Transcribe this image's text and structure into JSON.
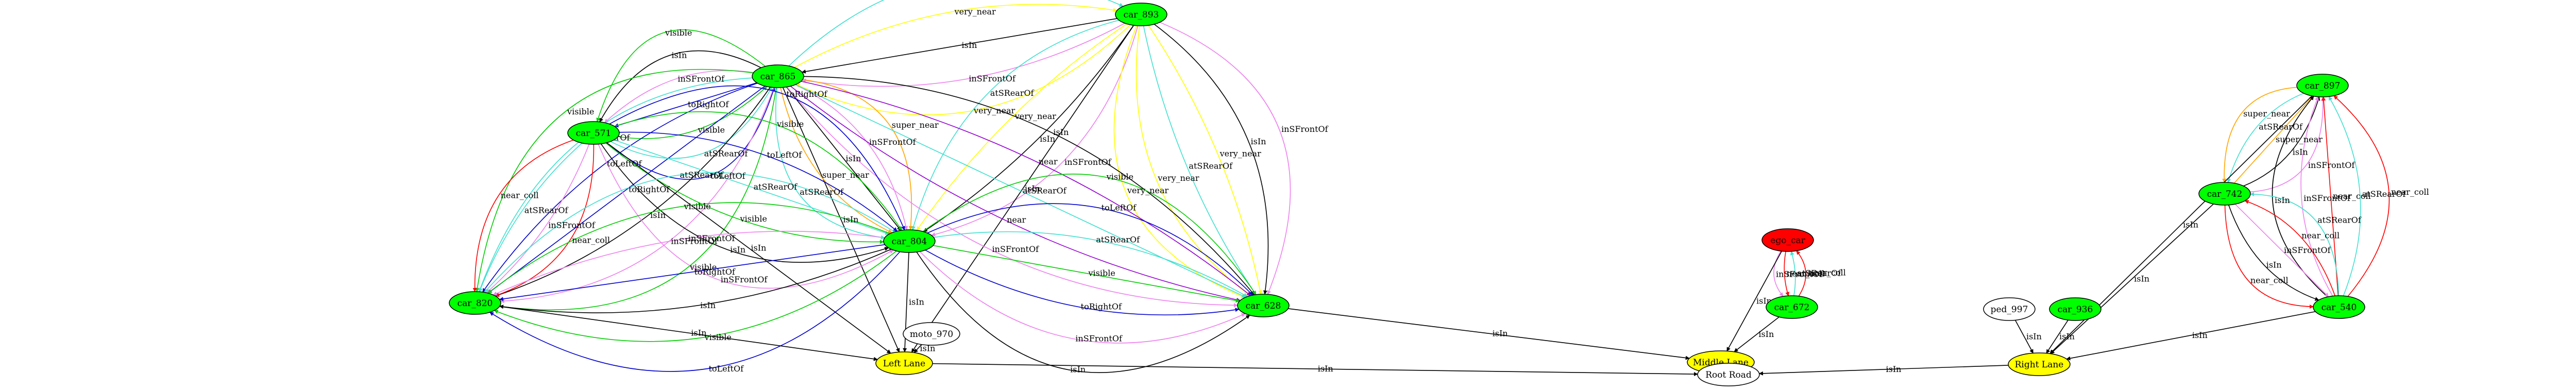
{
  "nodes": [
    {
      "id": "car_893",
      "label": "car_893",
      "fill": "#00ff00"
    },
    {
      "id": "car_865",
      "label": "car_865",
      "fill": "#00ff00"
    },
    {
      "id": "car_571",
      "label": "car_571",
      "fill": "#00ff00"
    },
    {
      "id": "car_804",
      "label": "car_804",
      "fill": "#00ff00"
    },
    {
      "id": "car_820",
      "label": "car_820",
      "fill": "#00ff00"
    },
    {
      "id": "car_628",
      "label": "car_628",
      "fill": "#00ff00"
    },
    {
      "id": "moto_970",
      "label": "moto_970",
      "fill": "#ffffff"
    },
    {
      "id": "left_lane",
      "label": "Left Lane",
      "fill": "#ffff00"
    },
    {
      "id": "ego_car",
      "label": "ego_car",
      "fill": "#ff0000"
    },
    {
      "id": "car_672",
      "label": "car_672",
      "fill": "#00ff00"
    },
    {
      "id": "middle_lane",
      "label": "Middle Lane",
      "fill": "#ffff00"
    },
    {
      "id": "root_road",
      "label": "Root Road",
      "fill": "#ffffff"
    },
    {
      "id": "car_897",
      "label": "car_897",
      "fill": "#00ff00"
    },
    {
      "id": "car_742",
      "label": "car_742",
      "fill": "#00ff00"
    },
    {
      "id": "ped_997",
      "label": "ped_997",
      "fill": "#ffffff"
    },
    {
      "id": "car_936",
      "label": "car_936",
      "fill": "#00ff00"
    },
    {
      "id": "car_540",
      "label": "car_540",
      "fill": "#00ff00"
    },
    {
      "id": "right_lane",
      "label": "Right Lane",
      "fill": "#ffff00"
    }
  ],
  "edges": [
    {
      "from": "car_865",
      "to": "car_893",
      "label": "atSRearOf",
      "color": "#40e0d0"
    },
    {
      "from": "car_865",
      "to": "car_893",
      "label": "very_near",
      "color": "#ffff00"
    },
    {
      "from": "car_893",
      "to": "car_865",
      "label": "isIn",
      "color": "#000000"
    },
    {
      "from": "car_893",
      "to": "car_865",
      "label": "inSFrontOf",
      "color": "#ee82ee"
    },
    {
      "from": "car_893",
      "to": "car_865",
      "label": "very_near",
      "color": "#ffff00"
    },
    {
      "from": "car_893",
      "to": "car_804",
      "label": "atSRearOf",
      "color": "#40e0d0"
    },
    {
      "from": "car_893",
      "to": "car_804",
      "label": "very_near",
      "color": "#ffff00"
    },
    {
      "from": "car_893",
      "to": "car_804",
      "label": "isIn",
      "color": "#000000"
    },
    {
      "from": "car_893",
      "to": "car_804",
      "label": "inSFrontOf",
      "color": "#ee82ee"
    },
    {
      "from": "car_893",
      "to": "car_628",
      "label": "very_near",
      "color": "#ffff00"
    },
    {
      "from": "car_893",
      "to": "car_628",
      "label": "very_near",
      "color": "#ffff00"
    },
    {
      "from": "car_893",
      "to": "car_628",
      "label": "atSRearOf",
      "color": "#40e0d0"
    },
    {
      "from": "car_893",
      "to": "car_628",
      "label": "very_near",
      "color": "#ffff00"
    },
    {
      "from": "car_893",
      "to": "car_628",
      "label": "isIn",
      "color": "#000000"
    },
    {
      "from": "car_893",
      "to": "car_628",
      "label": "inSFrontOf",
      "color": "#ee82ee"
    },
    {
      "from": "car_893",
      "to": "left_lane",
      "label": "isIn",
      "color": "#000000"
    },
    {
      "from": "car_865",
      "to": "car_571",
      "label": "visible",
      "color": "#00cc00"
    },
    {
      "from": "car_865",
      "to": "car_571",
      "label": "isIn",
      "color": "#000000"
    },
    {
      "from": "car_865",
      "to": "car_571",
      "label": "inSFrontOf",
      "color": "#ee82ee"
    },
    {
      "from": "car_865",
      "to": "car_571",
      "label": "toRightOf",
      "color": "#0000cd"
    },
    {
      "from": "car_571",
      "to": "car_865",
      "label": "visible",
      "color": "#00cc00"
    },
    {
      "from": "car_571",
      "to": "car_865",
      "label": "atSRearOf",
      "color": "#40e0d0"
    },
    {
      "from": "car_571",
      "to": "car_865",
      "label": "toLeftOf",
      "color": "#0000cd"
    },
    {
      "from": "car_865",
      "to": "car_820",
      "label": "visible",
      "color": "#00cc00"
    },
    {
      "from": "car_865",
      "to": "car_820",
      "label": "atSRearOf",
      "color": "#40e0d0"
    },
    {
      "from": "car_865",
      "to": "car_820",
      "label": "toLeftOf",
      "color": "#0000cd"
    },
    {
      "from": "car_865",
      "to": "car_820",
      "label": "toRightOf",
      "color": "#0000cd"
    },
    {
      "from": "car_865",
      "to": "car_820",
      "label": "isIn",
      "color": "#000000"
    },
    {
      "from": "car_865",
      "to": "car_820",
      "label": "inSFrontOf",
      "color": "#ee82ee"
    },
    {
      "from": "car_865",
      "to": "car_820",
      "label": "visible",
      "color": "#00cc00"
    },
    {
      "from": "car_865",
      "to": "left_lane",
      "label": "isIn",
      "color": "#000000"
    },
    {
      "from": "car_865",
      "to": "car_804",
      "label": "atSRearOf",
      "color": "#40e0d0"
    },
    {
      "from": "car_865",
      "to": "car_804",
      "label": "super_near",
      "color": "#ffa500"
    },
    {
      "from": "car_865",
      "to": "car_804",
      "label": "isIn",
      "color": "#000000"
    },
    {
      "from": "car_865",
      "to": "car_804",
      "label": "inSFrontOf",
      "color": "#ee82ee"
    },
    {
      "from": "car_865",
      "to": "car_804",
      "label": "super_near",
      "color": "#ffa500"
    },
    {
      "from": "car_865",
      "to": "car_628",
      "label": "inSFrontOf",
      "color": "#ee82ee"
    },
    {
      "from": "car_865",
      "to": "car_628",
      "label": "near",
      "color": "#9400d3"
    },
    {
      "from": "car_865",
      "to": "car_628",
      "label": "atSRearOf",
      "color": "#40e0d0"
    },
    {
      "from": "car_865",
      "to": "car_628",
      "label": "near",
      "color": "#9400d3"
    },
    {
      "from": "car_865",
      "to": "car_628",
      "label": "isIn",
      "color": "#000000"
    },
    {
      "from": "car_571",
      "to": "car_804",
      "label": "toRightOf",
      "color": "#0000cd"
    },
    {
      "from": "car_571",
      "to": "car_804",
      "label": "visible",
      "color": "#00cc00"
    },
    {
      "from": "car_571",
      "to": "car_804",
      "label": "toLeftOf",
      "color": "#0000cd"
    },
    {
      "from": "car_571",
      "to": "car_804",
      "label": "atSRearOf",
      "color": "#40e0d0"
    },
    {
      "from": "car_571",
      "to": "car_804",
      "label": "visible",
      "color": "#00cc00"
    },
    {
      "from": "car_571",
      "to": "car_804",
      "label": "isIn",
      "color": "#000000"
    },
    {
      "from": "car_571",
      "to": "car_804",
      "label": "inSFrontOf",
      "color": "#ee82ee"
    },
    {
      "from": "car_571",
      "to": "car_820",
      "label": "near_coll",
      "color": "#ff0000"
    },
    {
      "from": "car_571",
      "to": "car_820",
      "label": "inSFrontOf",
      "color": "#ee82ee"
    },
    {
      "from": "car_571",
      "to": "car_820",
      "label": "atSRearOf",
      "color": "#40e0d0"
    },
    {
      "from": "car_571",
      "to": "car_820",
      "label": "near_coll",
      "color": "#ff0000"
    },
    {
      "from": "car_571",
      "to": "left_lane",
      "label": "isIn",
      "color": "#000000"
    },
    {
      "from": "car_804",
      "to": "car_820",
      "label": "toLeftOf",
      "color": "#0000cd"
    },
    {
      "from": "car_804",
      "to": "car_820",
      "label": "visible",
      "color": "#00cc00"
    },
    {
      "from": "car_804",
      "to": "car_820",
      "label": "isIn",
      "color": "#000000"
    },
    {
      "from": "car_804",
      "to": "car_820",
      "label": "toRightOf",
      "color": "#0000cd"
    },
    {
      "from": "car_804",
      "to": "car_820",
      "label": "inSFrontOf",
      "color": "#ee82ee"
    },
    {
      "from": "car_804",
      "to": "car_820",
      "label": "visible",
      "color": "#00cc00"
    },
    {
      "from": "car_804",
      "to": "car_820",
      "label": "atSRearOf",
      "color": "#40e0d0"
    },
    {
      "from": "car_804",
      "to": "car_628",
      "label": "isIn",
      "color": "#000000"
    },
    {
      "from": "car_804",
      "to": "car_628",
      "label": "inSFrontOf",
      "color": "#ee82ee"
    },
    {
      "from": "car_804",
      "to": "car_628",
      "label": "toRightOf",
      "color": "#0000cd"
    },
    {
      "from": "car_804",
      "to": "car_628",
      "label": "visible",
      "color": "#00cc00"
    },
    {
      "from": "car_804",
      "to": "car_628",
      "label": "atSRearOf",
      "color": "#40e0d0"
    },
    {
      "from": "car_804",
      "to": "car_628",
      "label": "toLeftOf",
      "color": "#0000cd"
    },
    {
      "from": "car_804",
      "to": "car_628",
      "label": "visible",
      "color": "#00cc00"
    },
    {
      "from": "car_804",
      "to": "left_lane",
      "label": "isIn",
      "color": "#000000"
    },
    {
      "from": "car_820",
      "to": "left_lane",
      "label": "isIn",
      "color": "#000000"
    },
    {
      "from": "moto_970",
      "to": "left_lane",
      "label": "isIn",
      "color": "#000000"
    },
    {
      "from": "car_628",
      "to": "middle_lane",
      "label": "isIn",
      "color": "#000000"
    },
    {
      "from": "left_lane",
      "to": "root_road",
      "label": "isIn",
      "color": "#000000"
    },
    {
      "from": "ego_car",
      "to": "car_672",
      "label": "inSFrontOf",
      "color": "#ee82ee"
    },
    {
      "from": "ego_car",
      "to": "car_672",
      "label": "near_coll",
      "color": "#ff0000"
    },
    {
      "from": "car_672",
      "to": "ego_car",
      "label": "atSRearOf",
      "color": "#40e0d0"
    },
    {
      "from": "car_672",
      "to": "ego_car",
      "label": "near_coll",
      "color": "#ff0000"
    },
    {
      "from": "ego_car",
      "to": "middle_lane",
      "label": "isIn",
      "color": "#000000"
    },
    {
      "from": "car_672",
      "to": "middle_lane",
      "label": "isIn",
      "color": "#000000"
    },
    {
      "from": "middle_lane",
      "to": "root_road",
      "label": "isIn",
      "color": "#000000"
    },
    {
      "from": "car_897",
      "to": "car_742",
      "label": "super_near",
      "color": "#ffa500"
    },
    {
      "from": "car_897",
      "to": "car_742",
      "label": "atSRearOf",
      "color": "#40e0d0"
    },
    {
      "from": "car_742",
      "to": "car_897",
      "label": "super_near",
      "color": "#ffa500"
    },
    {
      "from": "car_742",
      "to": "car_897",
      "label": "isIn",
      "color": "#000000"
    },
    {
      "from": "car_742",
      "to": "car_897",
      "label": "inSFrontOf",
      "color": "#ee82ee"
    },
    {
      "from": "car_897",
      "to": "right_lane",
      "label": "isIn",
      "color": "#000000"
    },
    {
      "from": "car_540",
      "to": "car_897",
      "label": "isIn",
      "color": "#000000"
    },
    {
      "from": "car_540",
      "to": "car_897",
      "label": "inSFrontOf",
      "color": "#ee82ee"
    },
    {
      "from": "car_540",
      "to": "car_897",
      "label": "near_coll",
      "color": "#ff0000"
    },
    {
      "from": "car_540",
      "to": "car_897",
      "label": "atSRearOf",
      "color": "#40e0d0"
    },
    {
      "from": "car_540",
      "to": "car_897",
      "label": "near_coll",
      "color": "#ff0000"
    },
    {
      "from": "car_742",
      "to": "car_540",
      "label": "near_coll",
      "color": "#ff0000"
    },
    {
      "from": "car_742",
      "to": "car_540",
      "label": "isIn",
      "color": "#000000"
    },
    {
      "from": "car_742",
      "to": "car_540",
      "label": "inSFrontOf",
      "color": "#ee82ee"
    },
    {
      "from": "car_540",
      "to": "car_742",
      "label": "near_coll",
      "color": "#ff0000"
    },
    {
      "from": "car_540",
      "to": "car_742",
      "label": "atSRearOf",
      "color": "#40e0d0"
    },
    {
      "from": "car_742",
      "to": "right_lane",
      "label": "isIn",
      "color": "#000000"
    },
    {
      "from": "ped_997",
      "to": "right_lane",
      "label": "isIn",
      "color": "#000000"
    },
    {
      "from": "car_936",
      "to": "right_lane",
      "label": "isIn",
      "color": "#000000"
    },
    {
      "from": "car_540",
      "to": "right_lane",
      "label": "isIn",
      "color": "#000000"
    },
    {
      "from": "right_lane",
      "to": "root_road",
      "label": "isIn",
      "color": "#000000"
    }
  ]
}
